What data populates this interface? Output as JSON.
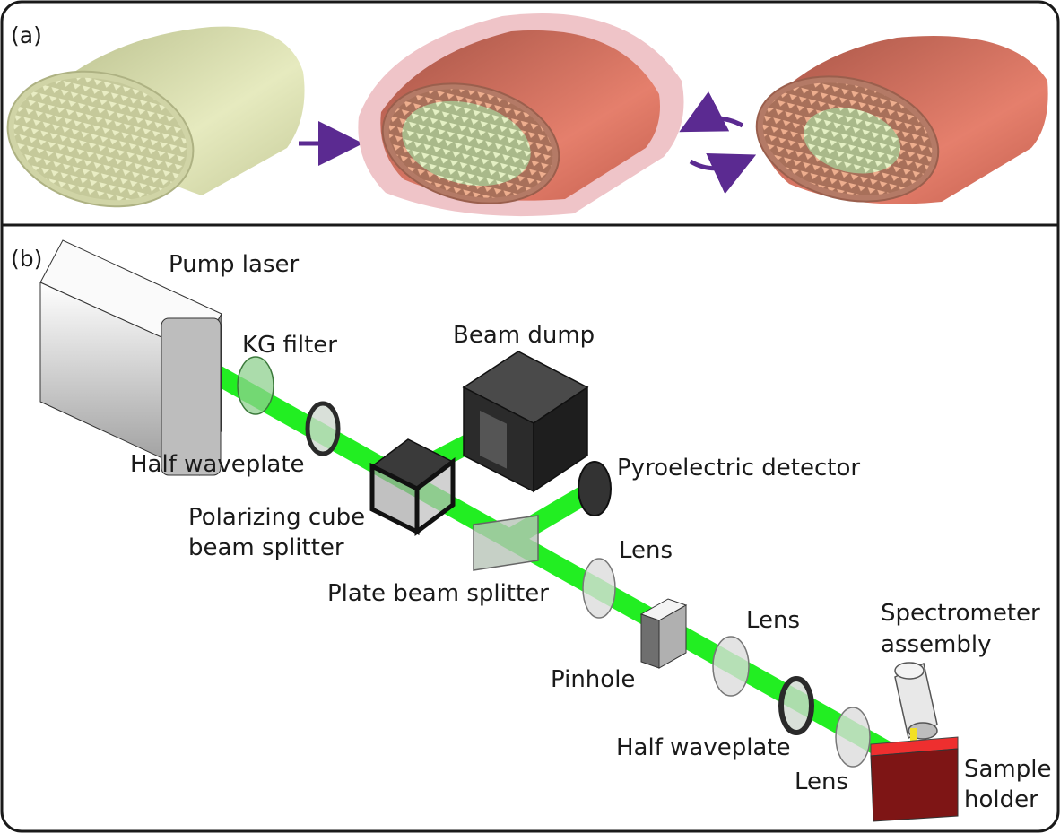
{
  "figure": {
    "panel_a": {
      "label": "(a)",
      "colors": {
        "pristine": "#dfe3b5",
        "coated": "#e07a68",
        "shell": "#efc4c8",
        "arrow": "#5b2a91",
        "core": "#c9d9a4"
      }
    },
    "panel_b": {
      "label": "(b)",
      "labels": {
        "pump_laser": "Pump laser",
        "kg_filter": "KG filter",
        "half_waveplate_1": "Half waveplate",
        "beam_dump": "Beam dump",
        "pyroelectric_detector": "Pyroelectric detector",
        "polarizing_cube_line1": "Polarizing cube",
        "polarizing_cube_line2": "beam splitter",
        "plate_beam_splitter": "Plate beam splitter",
        "lens_1": "Lens",
        "pinhole": "Pinhole",
        "lens_2": "Lens",
        "spectrometer_line1": "Spectrometer",
        "spectrometer_line2": "assembly",
        "half_waveplate_2": "Half waveplate",
        "lens_3": "Lens",
        "sample_holder_line1": "Sample",
        "sample_holder_line2": "holder"
      },
      "colors": {
        "beam": "#22ee22",
        "dark": "#2a2a2a",
        "sample": "#7e1515",
        "sample_top": "#ee2f2f"
      }
    }
  }
}
